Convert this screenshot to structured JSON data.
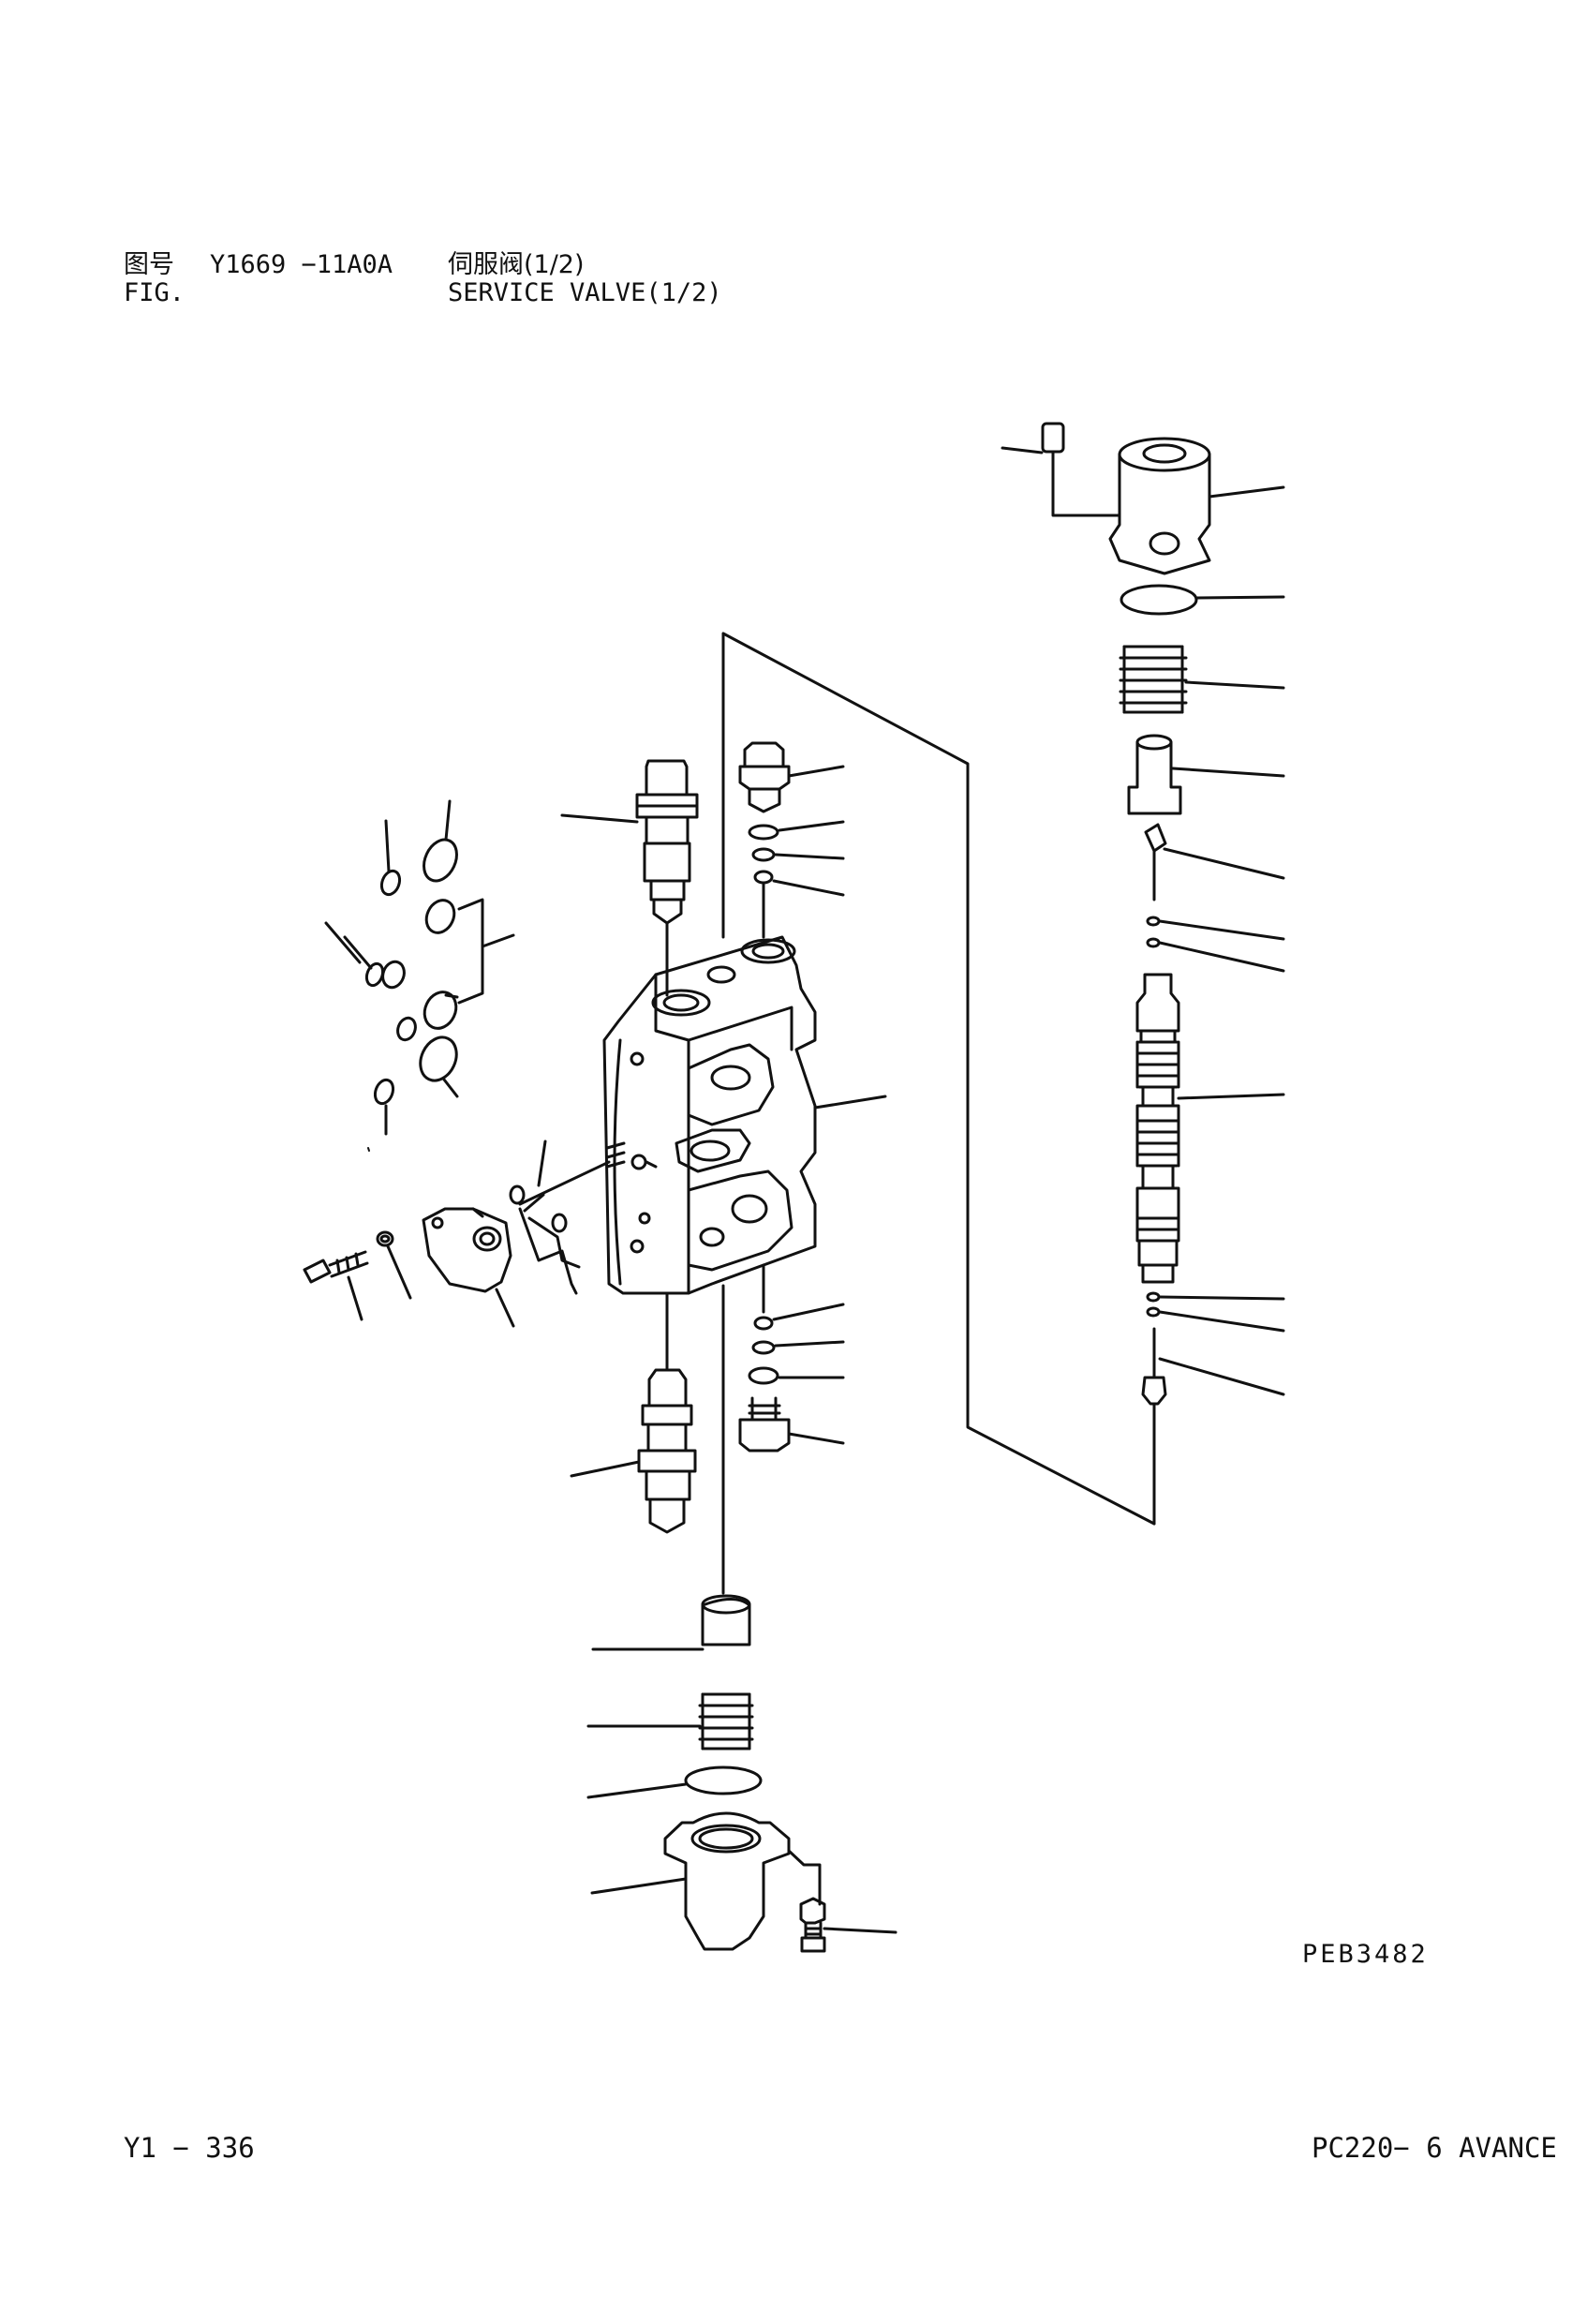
{
  "header": {
    "label_cn": "图号",
    "label_en": "FIG.",
    "figure_number": "Y1669 −11A0A",
    "title_cn": "伺服阀(1/2)",
    "title_en": "SERVICE VALVE(1/2)"
  },
  "drawing_code": "PEB3482",
  "page_number": "Y1 − 336",
  "model": "PC220− 6 AVANCE",
  "colors": {
    "ink": "#111111",
    "paper": "#ffffff"
  }
}
